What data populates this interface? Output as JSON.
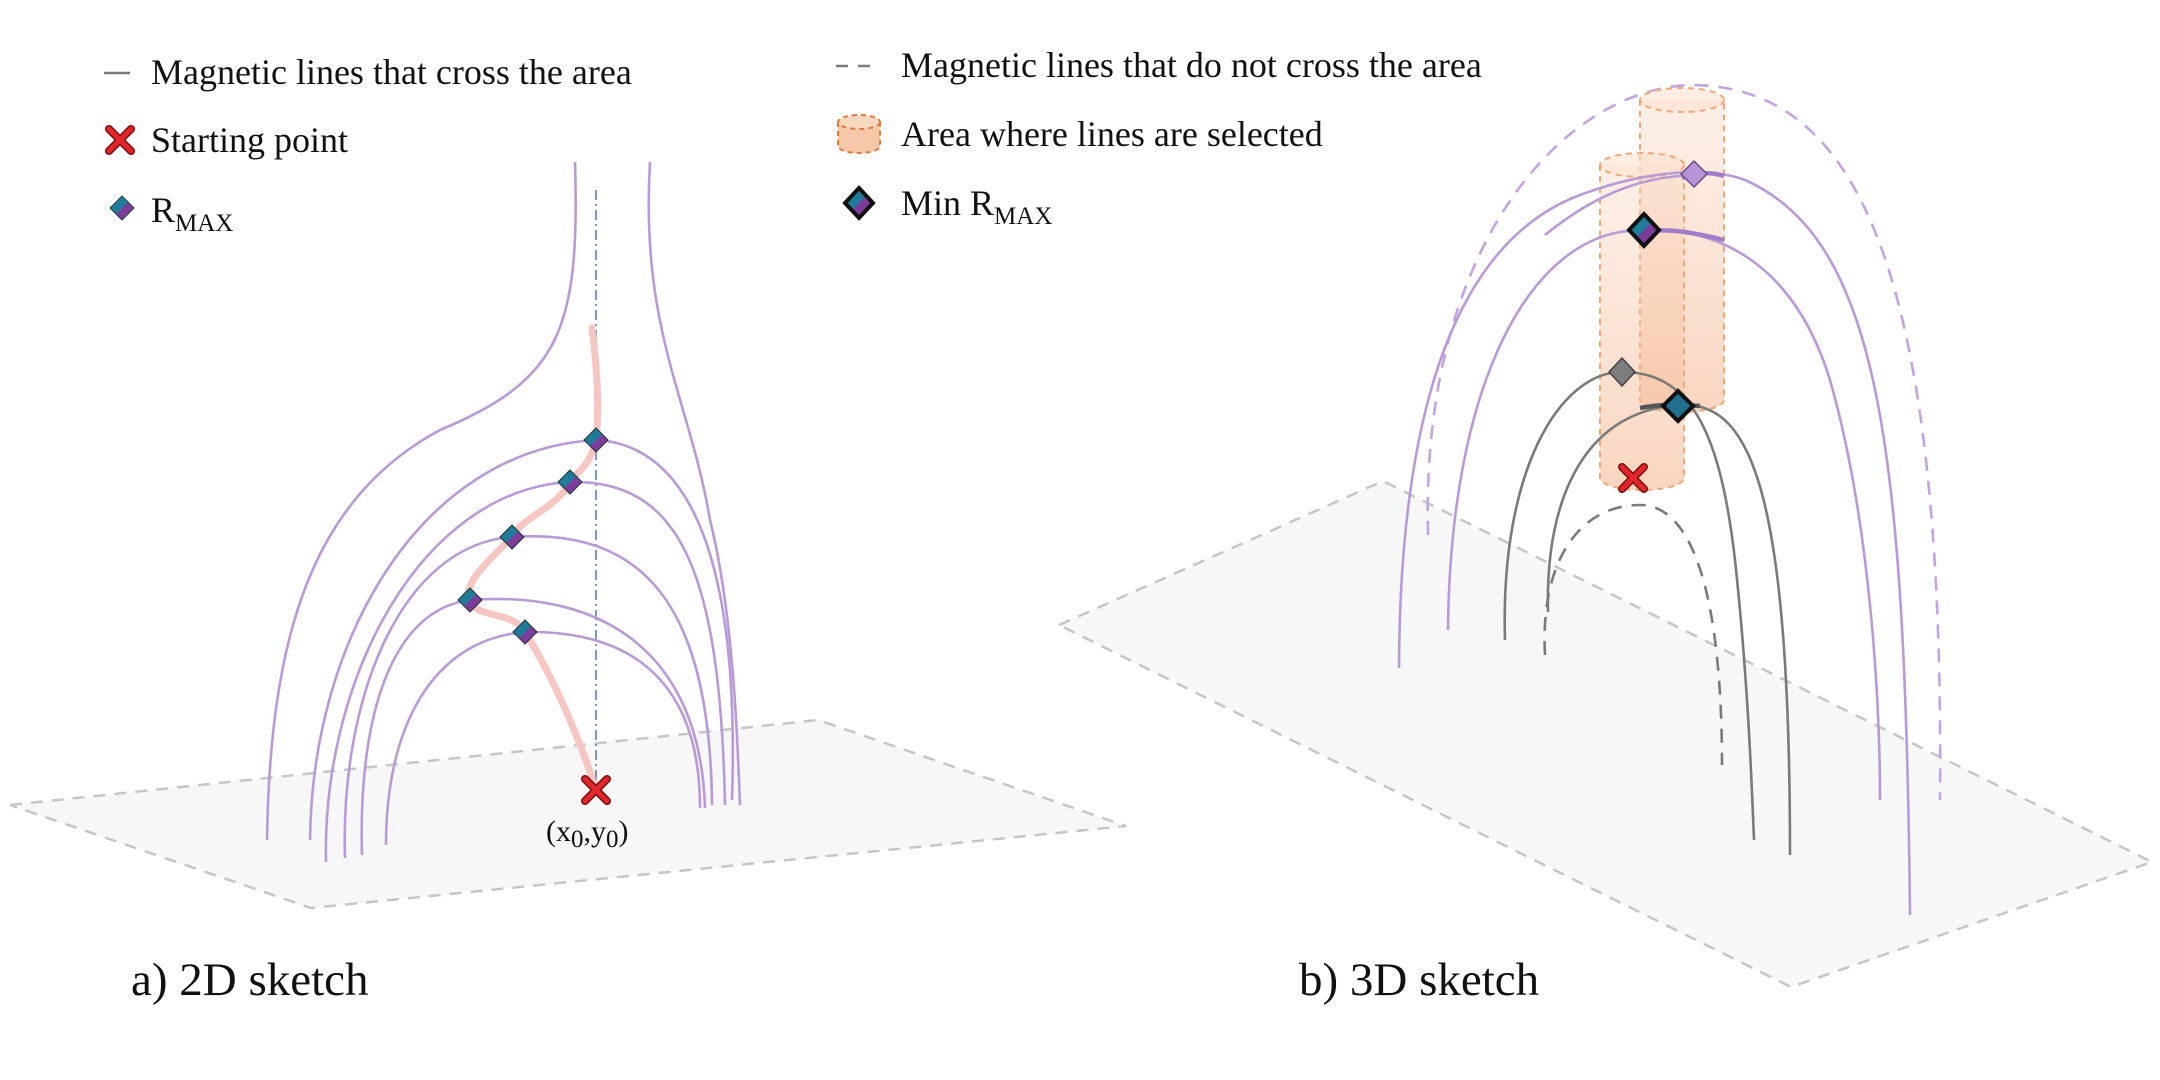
{
  "legend": {
    "solid_lines": "Magnetic lines that cross the area",
    "dashed_lines": "Magnetic lines that do not cross the area",
    "starting_point": "Starting point",
    "area": "Area where lines are selected",
    "rmax": {
      "main": "R",
      "sub": "MAX"
    },
    "min_rmax": {
      "prefix": "Min R",
      "sub": "MAX"
    }
  },
  "panels": {
    "left": {
      "caption": "a) 2D sketch",
      "origin_label": {
        "open": "(x",
        "sub1": "0",
        "mid": ",y",
        "sub2": "0",
        "close": ")"
      }
    },
    "right": {
      "caption": "b) 3D sketch"
    }
  },
  "colors": {
    "purple_line": "#b89ad6",
    "purple_dark": "#a07ccb",
    "gray_line": "#7a7a7a",
    "pink_path": "#f6c6c3",
    "cylinder_fill": "#f6c7a8",
    "cylinder_edge": "#e78a50",
    "plane_fill": "#f7f7f7",
    "plane_edge": "#bdbdbd",
    "red_cross": "#e2262b",
    "diamond_blue": "#1f6f8f",
    "diamond_purple": "#7b3c9a"
  },
  "icons": {
    "starting_point": "red-cross-icon",
    "rmax": "diamond-icon",
    "min_rmax": "outlined-diamond-icon"
  }
}
